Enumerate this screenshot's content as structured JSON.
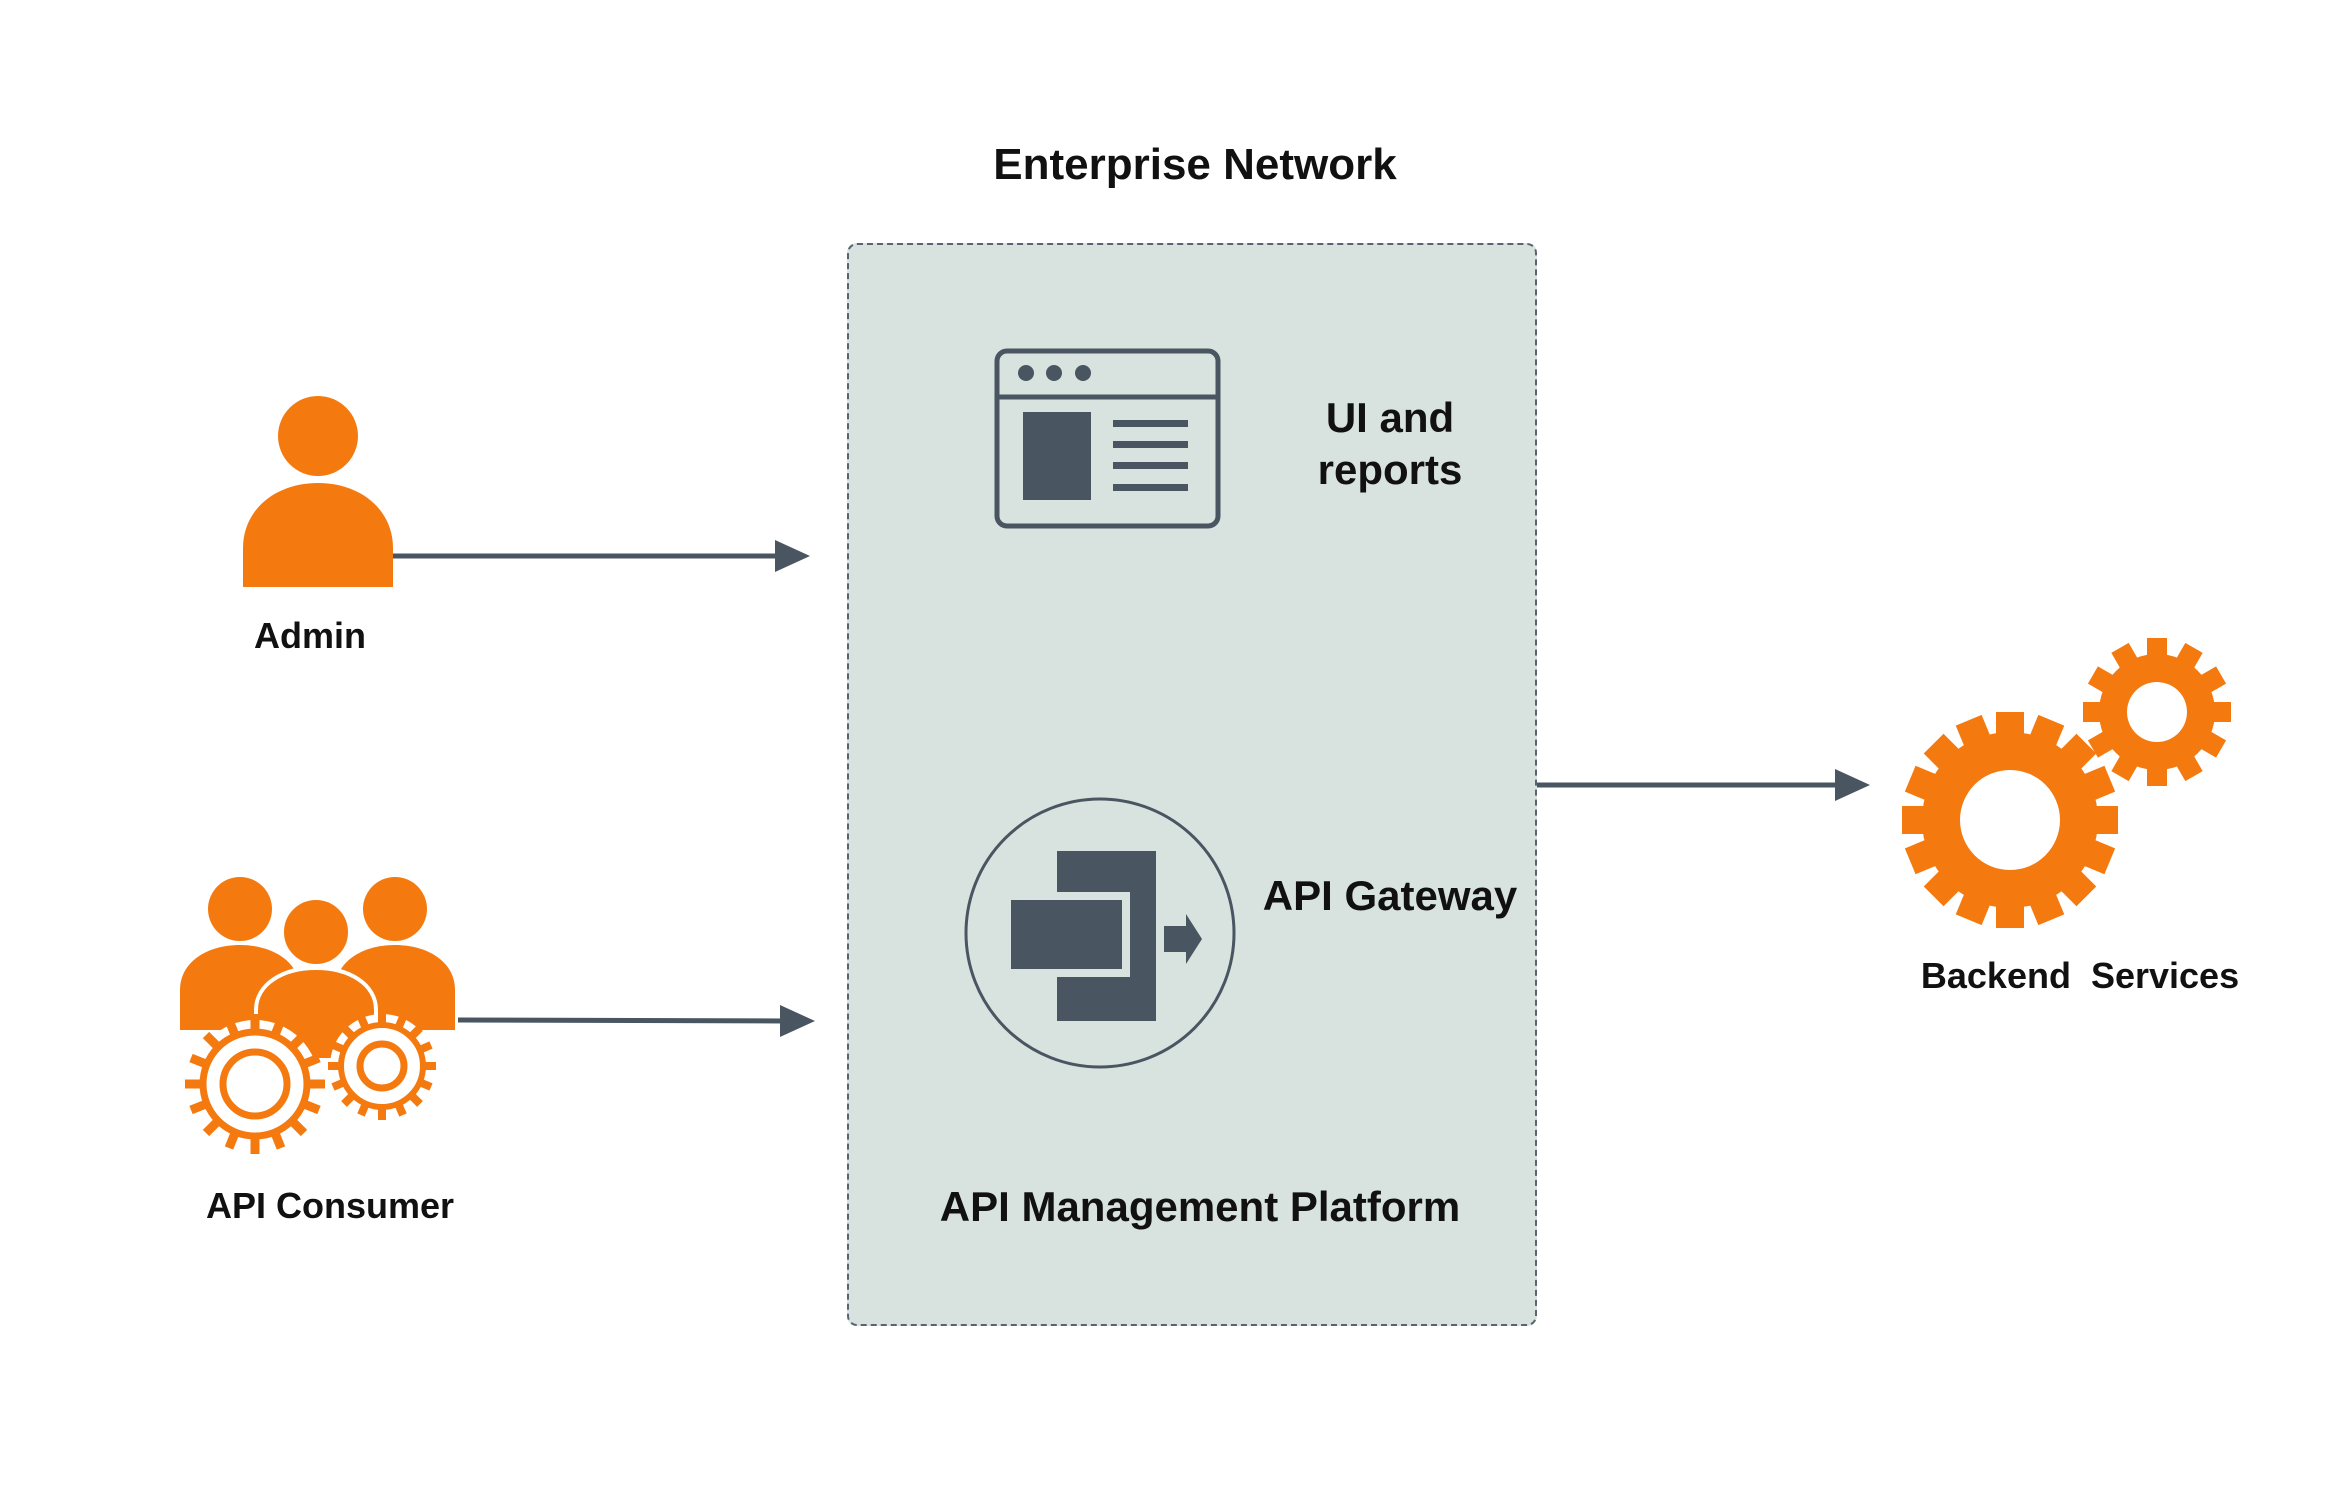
{
  "title": "Enterprise Network",
  "platform": {
    "label": "API Management Platform",
    "components": [
      {
        "label": "UI and reports",
        "icon": "browser-window-icon"
      },
      {
        "label": "API Gateway",
        "icon": "gateway-icon"
      }
    ]
  },
  "actors": [
    {
      "label": "Admin",
      "icon": "user-icon"
    },
    {
      "label": "API Consumer",
      "icon": "user-group-gears-icon"
    }
  ],
  "backend": {
    "label": "Backend  Services",
    "icon": "gears-icon"
  },
  "connections": [
    {
      "from": "Admin",
      "to": "API Management Platform"
    },
    {
      "from": "API Consumer",
      "to": "API Management Platform"
    },
    {
      "from": "API Management Platform",
      "to": "Backend  Services"
    }
  ],
  "colors": {
    "accent": "#f47a10",
    "icon_dark": "#4a5562",
    "platform_fill": "#d8e2df",
    "arrow": "#4a5562"
  }
}
